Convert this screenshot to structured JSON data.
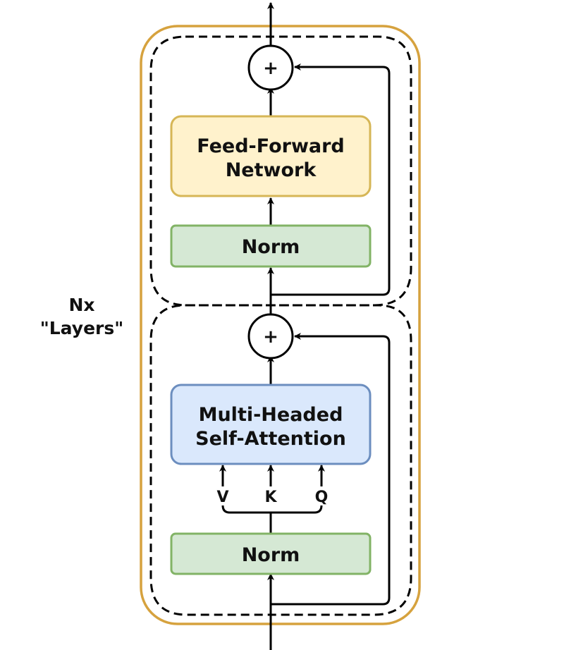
{
  "diagram": {
    "repeat_label_line1": "Nx",
    "repeat_label_line2": "\"Layers\"",
    "ffn": {
      "line1": "Feed-Forward",
      "line2": "Network"
    },
    "norm_top": "Norm",
    "norm_bottom": "Norm",
    "attention": {
      "line1": "Multi-Headed",
      "line2": "Self-Attention"
    },
    "inputs": {
      "v": "V",
      "k": "K",
      "q": "Q"
    },
    "add_symbol": "+",
    "colors": {
      "outer_border": "#D6A23E",
      "ffn_fill": "#FFF2CC",
      "ffn_stroke": "#D6B656",
      "norm_fill": "#D5E8D4",
      "norm_stroke": "#82B366",
      "attention_fill": "#DAE8FC",
      "attention_stroke": "#6C8EBF",
      "line": "#000000"
    }
  }
}
